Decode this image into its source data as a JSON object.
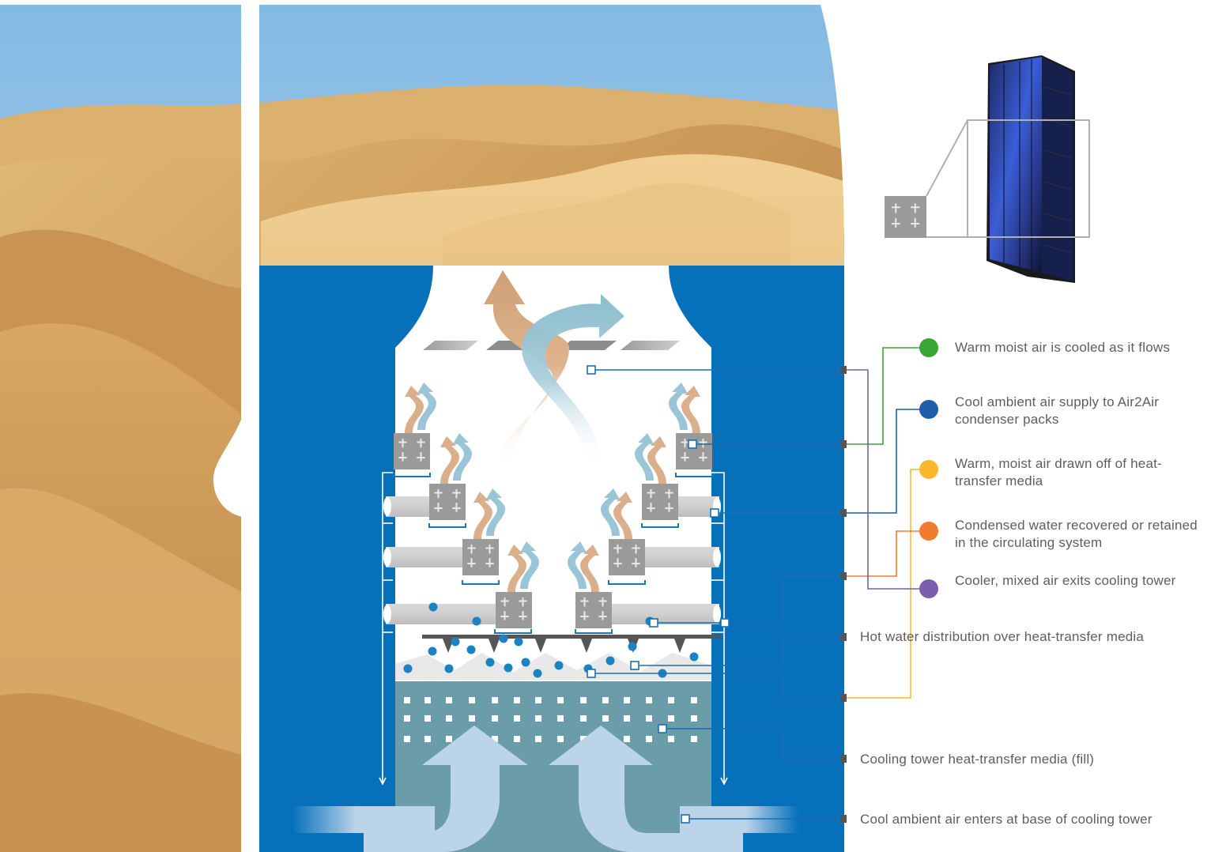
{
  "legend": [
    {
      "key": "warm-moist-cooled",
      "color": "#3aa535",
      "text": "Warm moist air is cooled as it flows"
    },
    {
      "key": "cool-ambient-supply",
      "color": "#1f5ea8",
      "text": "Cool ambient air supply to Air2Air condenser packs"
    },
    {
      "key": "warm-moist-drawn",
      "color": "#fbb82f",
      "text": "Warm, moist air drawn off of heat-transfer media"
    },
    {
      "key": "condensed-water",
      "color": "#f07c2e",
      "text": "Condensed water recovered or retained in the circulating system"
    },
    {
      "key": "cooler-mixed-exits",
      "color": "#7b5fad",
      "text": "Cooler, mixed air exits cooling tower"
    }
  ],
  "callouts": [
    {
      "key": "hot-water-distribution",
      "text": "Hot water distribution over heat-transfer media"
    },
    {
      "key": "fill-media",
      "text": "Cooling tower heat-transfer media (fill)"
    },
    {
      "key": "cool-ambient-enters",
      "text": "Cool ambient air enters at base of cooling tower"
    }
  ],
  "colors": {
    "tower_blue": "#0670bb",
    "fill_gray": "#6a9ca9",
    "warm_arrow": "#d6a67e",
    "cool_arrow": "#8fbfd1",
    "water_drop": "#1a83c2",
    "lines_gray": "#555555"
  },
  "icons": [
    "condenser-pack-icon",
    "condenser-pack-photo",
    "water-droplet-icon"
  ]
}
